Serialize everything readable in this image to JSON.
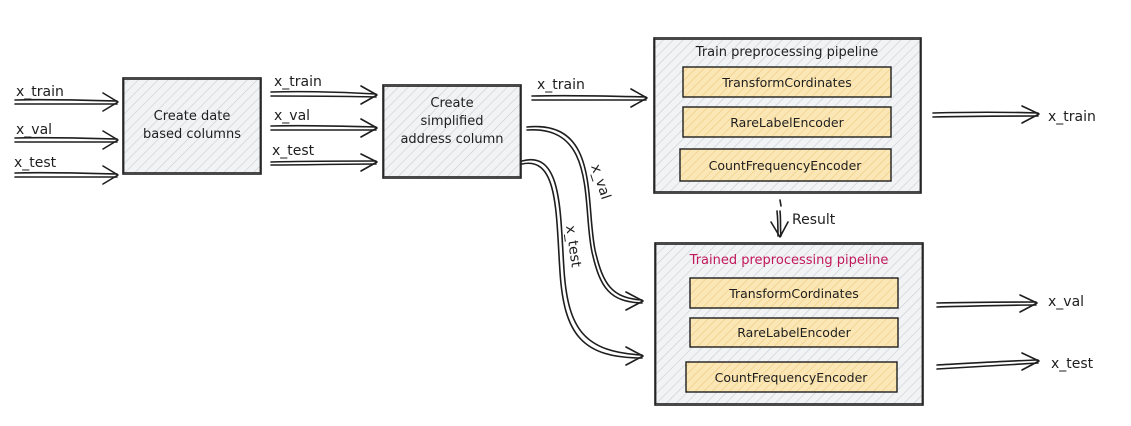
{
  "inputs": {
    "x_train": "x_train",
    "x_val": "x_val",
    "x_test": "x_test"
  },
  "date_box": {
    "line1": "Create date",
    "line2": "based columns"
  },
  "mid_labels": {
    "x_train": "x_train",
    "x_val": "x_val",
    "x_test": "x_test"
  },
  "address_box": {
    "line1": "Create",
    "line2": "simplified",
    "line3": "address column"
  },
  "flow_labels": {
    "x_train": "x_train",
    "x_val": "x_val",
    "x_test": "x_test"
  },
  "train_pipeline": {
    "title": "Train preprocessing pipeline",
    "steps": [
      "TransformCordinates",
      "RareLabelEncoder",
      "CountFrequencyEncoder"
    ]
  },
  "result_label": "Result",
  "trained_pipeline": {
    "title": "Trained preprocessing pipeline",
    "title_color": "#c2185b",
    "steps": [
      "TransformCordinates",
      "RareLabelEncoder",
      "CountFrequencyEncoder"
    ]
  },
  "outputs": {
    "x_train": "x_train",
    "x_val": "x_val",
    "x_test": "x_test"
  },
  "colors": {
    "box_fill": "#eceef0",
    "box_hatch": "#c9ced4",
    "encoder_fill": "#fbe7b5",
    "encoder_hatch": "#eec77a",
    "stroke": "#1e1e1e"
  }
}
